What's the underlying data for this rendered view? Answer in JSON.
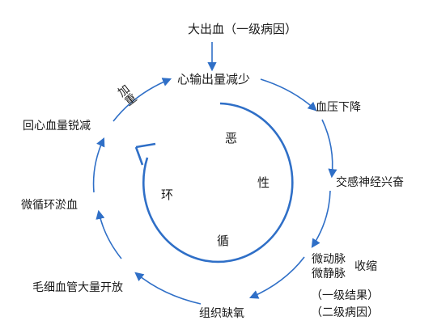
{
  "diagram": {
    "top_cause": "大出血（一级病因）",
    "nodes": {
      "cardiac_output": "心输出量减少",
      "bp_drop": "血压下降",
      "sympathetic": "交感神经兴奋",
      "arterioles": "微动脉",
      "venules": "微静脉",
      "constriction": "收缩",
      "primary_result": "（一级结果）",
      "secondary_cause": "（二级病因）",
      "hypoxia": "组织缺氧",
      "capillary_open": "毛细血管大量开放",
      "microcirc_stasis": "微循环淤血",
      "venous_return": "回心血量锐减",
      "aggravate": "加重"
    },
    "center": {
      "c1": "恶",
      "c2": "性",
      "c3": "循",
      "c4": "环"
    },
    "colors": {
      "arrow": "#2f6fc7"
    }
  }
}
